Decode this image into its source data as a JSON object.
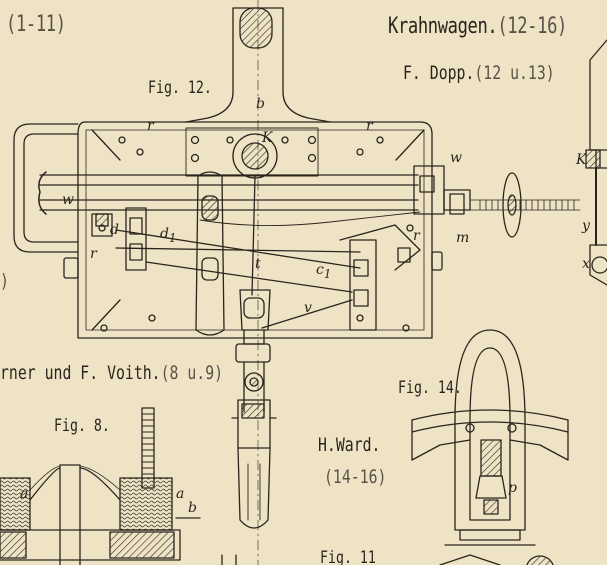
{
  "headings": {
    "top_left_range": "(1-11)",
    "crane": "Krahnwagen.",
    "crane_range": "(12-16)",
    "dopp": "F. Dopp.",
    "dopp_range": "(12 u.13)",
    "voith": "rner und F. Voith.",
    "voith_range": "(8 u.9)",
    "ward": "H.Ward.",
    "ward_range": "(14-16)",
    "left_paren": ")"
  },
  "figures": {
    "fig12": "Fig. 12.",
    "fig14": "Fig. 14.",
    "fig8": "Fig. 8.",
    "fig11": "Fig. 11"
  },
  "part_letters": {
    "b": "b",
    "K": "K",
    "r1": "r",
    "r2": "r",
    "r3": "r",
    "r4": "r",
    "w1": "w",
    "w2": "w",
    "d": "d",
    "d1": "d",
    "d1_sub": "1",
    "c1": "c",
    "c1_sub": "1",
    "t": "t",
    "v": "v",
    "m": "m",
    "K_right": "K",
    "y": "y",
    "x": "x",
    "a1": "a",
    "a2": "a",
    "b_small": "b",
    "p": "p"
  },
  "colors": {
    "paper": "#efe3c6",
    "ink": "#2a241c",
    "hatch": "#3a332a"
  }
}
